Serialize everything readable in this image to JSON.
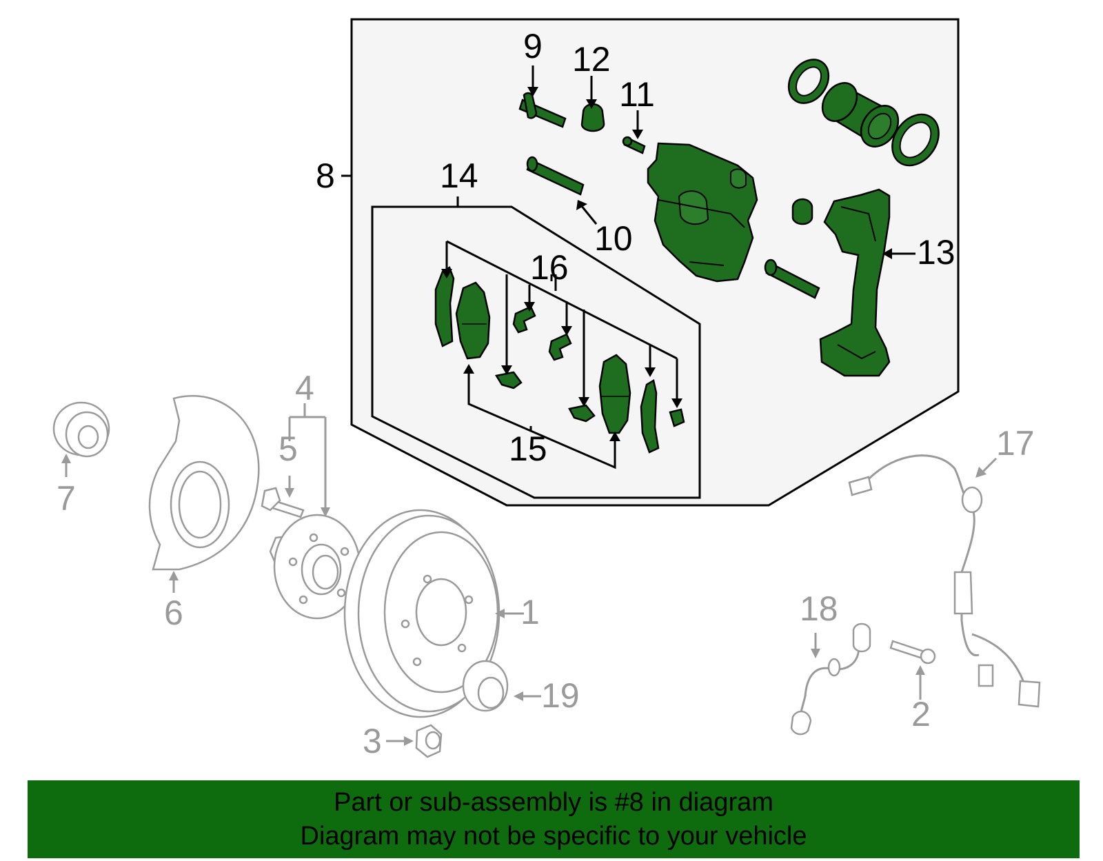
{
  "callouts": {
    "c1": "1",
    "c2": "2",
    "c3": "3",
    "c4": "4",
    "c5": "5",
    "c6": "6",
    "c7": "7",
    "c8": "8",
    "c9": "9",
    "c10": "10",
    "c11": "11",
    "c12": "12",
    "c13": "13",
    "c14": "14",
    "c15": "15",
    "c16": "16",
    "c17": "17",
    "c18": "18",
    "c19": "19"
  },
  "banner": {
    "line1": "Part or sub-assembly is #8 in diagram",
    "line2": "Diagram may not be specific to your vehicle"
  },
  "colors": {
    "highlight_green": "#1f6e1f",
    "banner_green": "#0e6b0e",
    "ghost_gray": "#9a9a9a",
    "assembly_panel": "#f5f5f5"
  }
}
